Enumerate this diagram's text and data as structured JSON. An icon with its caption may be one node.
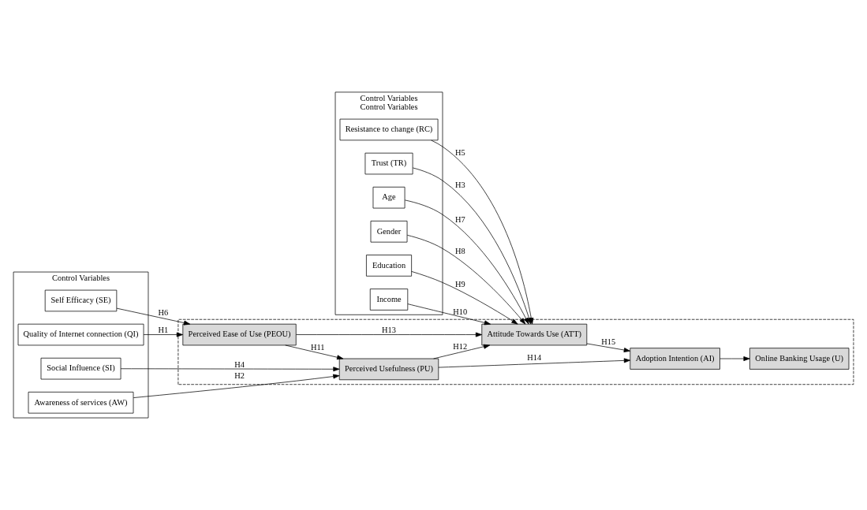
{
  "diagram": {
    "nodes": [
      {
        "text": [
          "Control Variables",
          "Control Variables"
        ]
      },
      {
        "text": [
          "Resistance to change (RC)"
        ],
        "in": 0
      },
      {
        "text": [
          "Trust (TR)"
        ],
        "in": 0
      },
      {
        "text": [
          "Age"
        ],
        "in": 0
      },
      {
        "text": [
          "Gender"
        ],
        "in": 0
      },
      {
        "text": [
          "Education"
        ],
        "in": 0
      },
      {
        "text": [
          "Income"
        ],
        "in": 0
      },
      {
        "text": [
          "Control Variables"
        ]
      },
      {
        "text": [
          "Social Influence (SI)"
        ],
        "in": 7
      },
      {
        "text": [
          "Awareness of services (AW)"
        ],
        "in": 7
      },
      {
        "text": [
          "Self Efficacy (SE)"
        ],
        "in": 7
      },
      {
        "text": [
          "Quality of Internet connection (QI)"
        ],
        "in": 7
      },
      {
        "text": [],
        "shape": "box"
      },
      {
        "text": [
          "Perceived Usefulness (PU)"
        ],
        "in": 12
      },
      {
        "text": [
          "Perceived Ease of Use (PEOU)"
        ],
        "in": 12
      },
      {
        "text": [
          "Attitude Towards Use (ATT)"
        ],
        "in": 12
      },
      {
        "text": [
          "Adoption Intention (AI)"
        ],
        "in": 12
      },
      {
        "text": [
          "Online Banking Usage (U)"
        ],
        "in": 12
      }
    ],
    "edges": [
      {
        "from": 1,
        "to": 15,
        "arrow": "to",
        "label": "H5"
      },
      {
        "from": 2,
        "to": 15,
        "arrow": "to",
        "label": "H3"
      },
      {
        "from": 3,
        "to": 15,
        "arrow": "to",
        "label": "H7"
      },
      {
        "from": 4,
        "to": 15,
        "arrow": "to",
        "label": "H8"
      },
      {
        "from": 5,
        "to": 15,
        "arrow": "to",
        "label": "H9"
      },
      {
        "from": 6,
        "to": 15,
        "arrow": "to",
        "label": "H10"
      },
      {
        "from": 8,
        "to": 13,
        "arrow": "to",
        "label": "H4"
      },
      {
        "from": 9,
        "to": 13,
        "arrow": "to",
        "label": "H2"
      },
      {
        "from": 10,
        "to": 14,
        "arrow": "to",
        "label": "H6"
      },
      {
        "from": 11,
        "to": 14,
        "arrow": "to",
        "label": "H1"
      },
      {
        "from": 14,
        "to": 13,
        "arrow": "to",
        "label": "H11"
      },
      {
        "from": 13,
        "to": 15,
        "arrow": "to",
        "label": "H12"
      },
      {
        "from": 14,
        "to": 15,
        "arrow": "to",
        "label": "H13"
      },
      {
        "from": 13,
        "to": 16,
        "arrow": "to",
        "label": "H14"
      },
      {
        "from": 15,
        "to": 16,
        "arrow": "to",
        "label": "H15"
      },
      {
        "from": 16,
        "to": 17,
        "arrow": "to"
      }
    ]
  }
}
